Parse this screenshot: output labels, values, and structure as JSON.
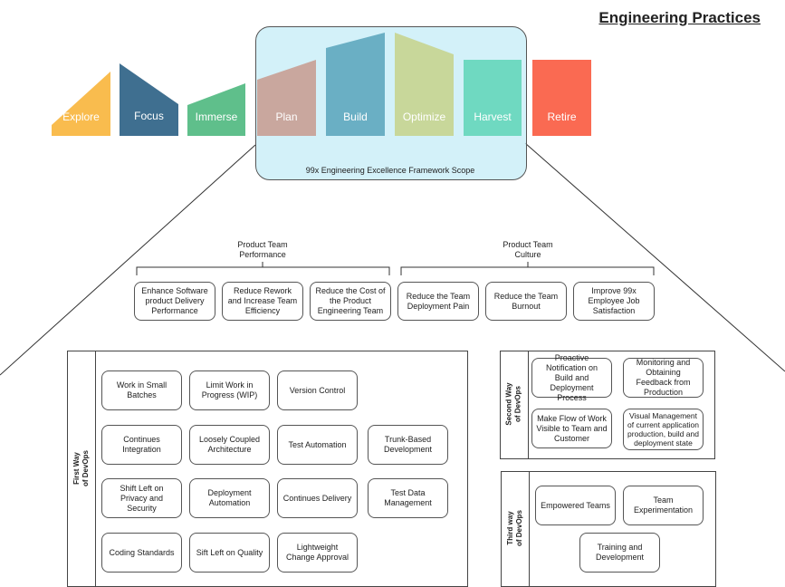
{
  "title": "Engineering Practices",
  "phases": [
    {
      "label": "Explore",
      "color": "#F9BC4E"
    },
    {
      "label": "Focus",
      "color": "#3F6F90"
    },
    {
      "label": "Immerse",
      "color": "#5FBF8B"
    },
    {
      "label": "Plan",
      "color": "#C9A79E"
    },
    {
      "label": "Build",
      "color": "#6AAFC4"
    },
    {
      "label": "Optimize",
      "color": "#C8D79A"
    },
    {
      "label": "Harvest",
      "color": "#6FD9C1"
    },
    {
      "label": "Retire",
      "color": "#FA6A52"
    }
  ],
  "scope_caption": "99x Engineering Excellence Framework Scope",
  "groups": {
    "performance": {
      "title_line1": "Product Team",
      "title_line2": "Performance",
      "items": [
        "Enhance Software product Delivery Performance",
        "Reduce Rework and Increase Team Efficiency",
        "Reduce the Cost of the Product Engineering Team"
      ]
    },
    "culture": {
      "title_line1": "Product Team",
      "title_line2": "Culture",
      "items": [
        "Reduce the Team Deployment Pain",
        "Reduce the Team Burnout",
        "Improve 99x Employee Job Satisfaction"
      ]
    }
  },
  "first_way": {
    "label": "First Way\nof DevOps",
    "items": [
      "Work in Small Batches",
      "Limit Work in Progress (WIP)",
      "Version Control",
      "Continues Integration",
      "Loosely Coupled Architecture",
      "Test Automation",
      "Trunk-Based Development",
      "Shift Left on Privacy and Security",
      "Deployment Automation",
      "Continues Delivery",
      "Test Data Management",
      "Coding Standards",
      "Sift Left on Quality",
      "Lightweight Change Approval"
    ]
  },
  "second_way": {
    "label": "Second Way\nof DevOps",
    "items": [
      "Proactive Notification on  Build and Deployment Process",
      "Monitoring and Obtaining Feedback from Production",
      "Make Flow of Work Visible to Team and Customer",
      "Visual Management of current application production, build and deployment state"
    ]
  },
  "third_way": {
    "label": "Third way\nof DevOps",
    "items": [
      "Empowered Teams",
      "Team Experimentation",
      "Training and Development"
    ]
  }
}
